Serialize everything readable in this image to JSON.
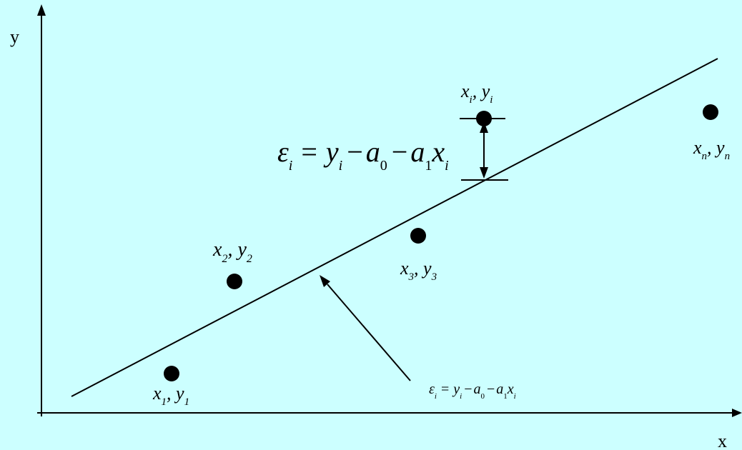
{
  "axes": {
    "x_label": "x",
    "y_label": "y"
  },
  "points": [
    {
      "x_symbol": "x",
      "x_subscript": "1",
      "separator": ", ",
      "y_symbol": "y",
      "y_subscript": "1"
    },
    {
      "x_symbol": "x",
      "x_subscript": "2",
      "separator": ", ",
      "y_symbol": "y",
      "y_subscript": "2"
    },
    {
      "x_symbol": "x",
      "x_subscript": "3",
      "separator": ", ",
      "y_symbol": "y",
      "y_subscript": "3"
    },
    {
      "x_symbol": "x",
      "x_subscript": "i",
      "separator": ", ",
      "y_symbol": "y",
      "y_subscript": "i"
    },
    {
      "x_symbol": "x",
      "x_subscript": "n",
      "separator": ", ",
      "y_symbol": "y",
      "y_subscript": "n"
    }
  ],
  "residual_equation": {
    "epsilon": "ε",
    "epsilon_subscript": "i",
    "equals": "=",
    "y_symbol": "y",
    "y_subscript": "i",
    "minus_1": "−",
    "a0_symbol": "a",
    "a0_subscript": "0",
    "minus_2": "−",
    "a1_symbol": "a",
    "a1_subscript": "1",
    "x_symbol": "x",
    "x_subscript": "i"
  },
  "colors": {
    "background": "#ccffff",
    "ink": "#000000"
  }
}
